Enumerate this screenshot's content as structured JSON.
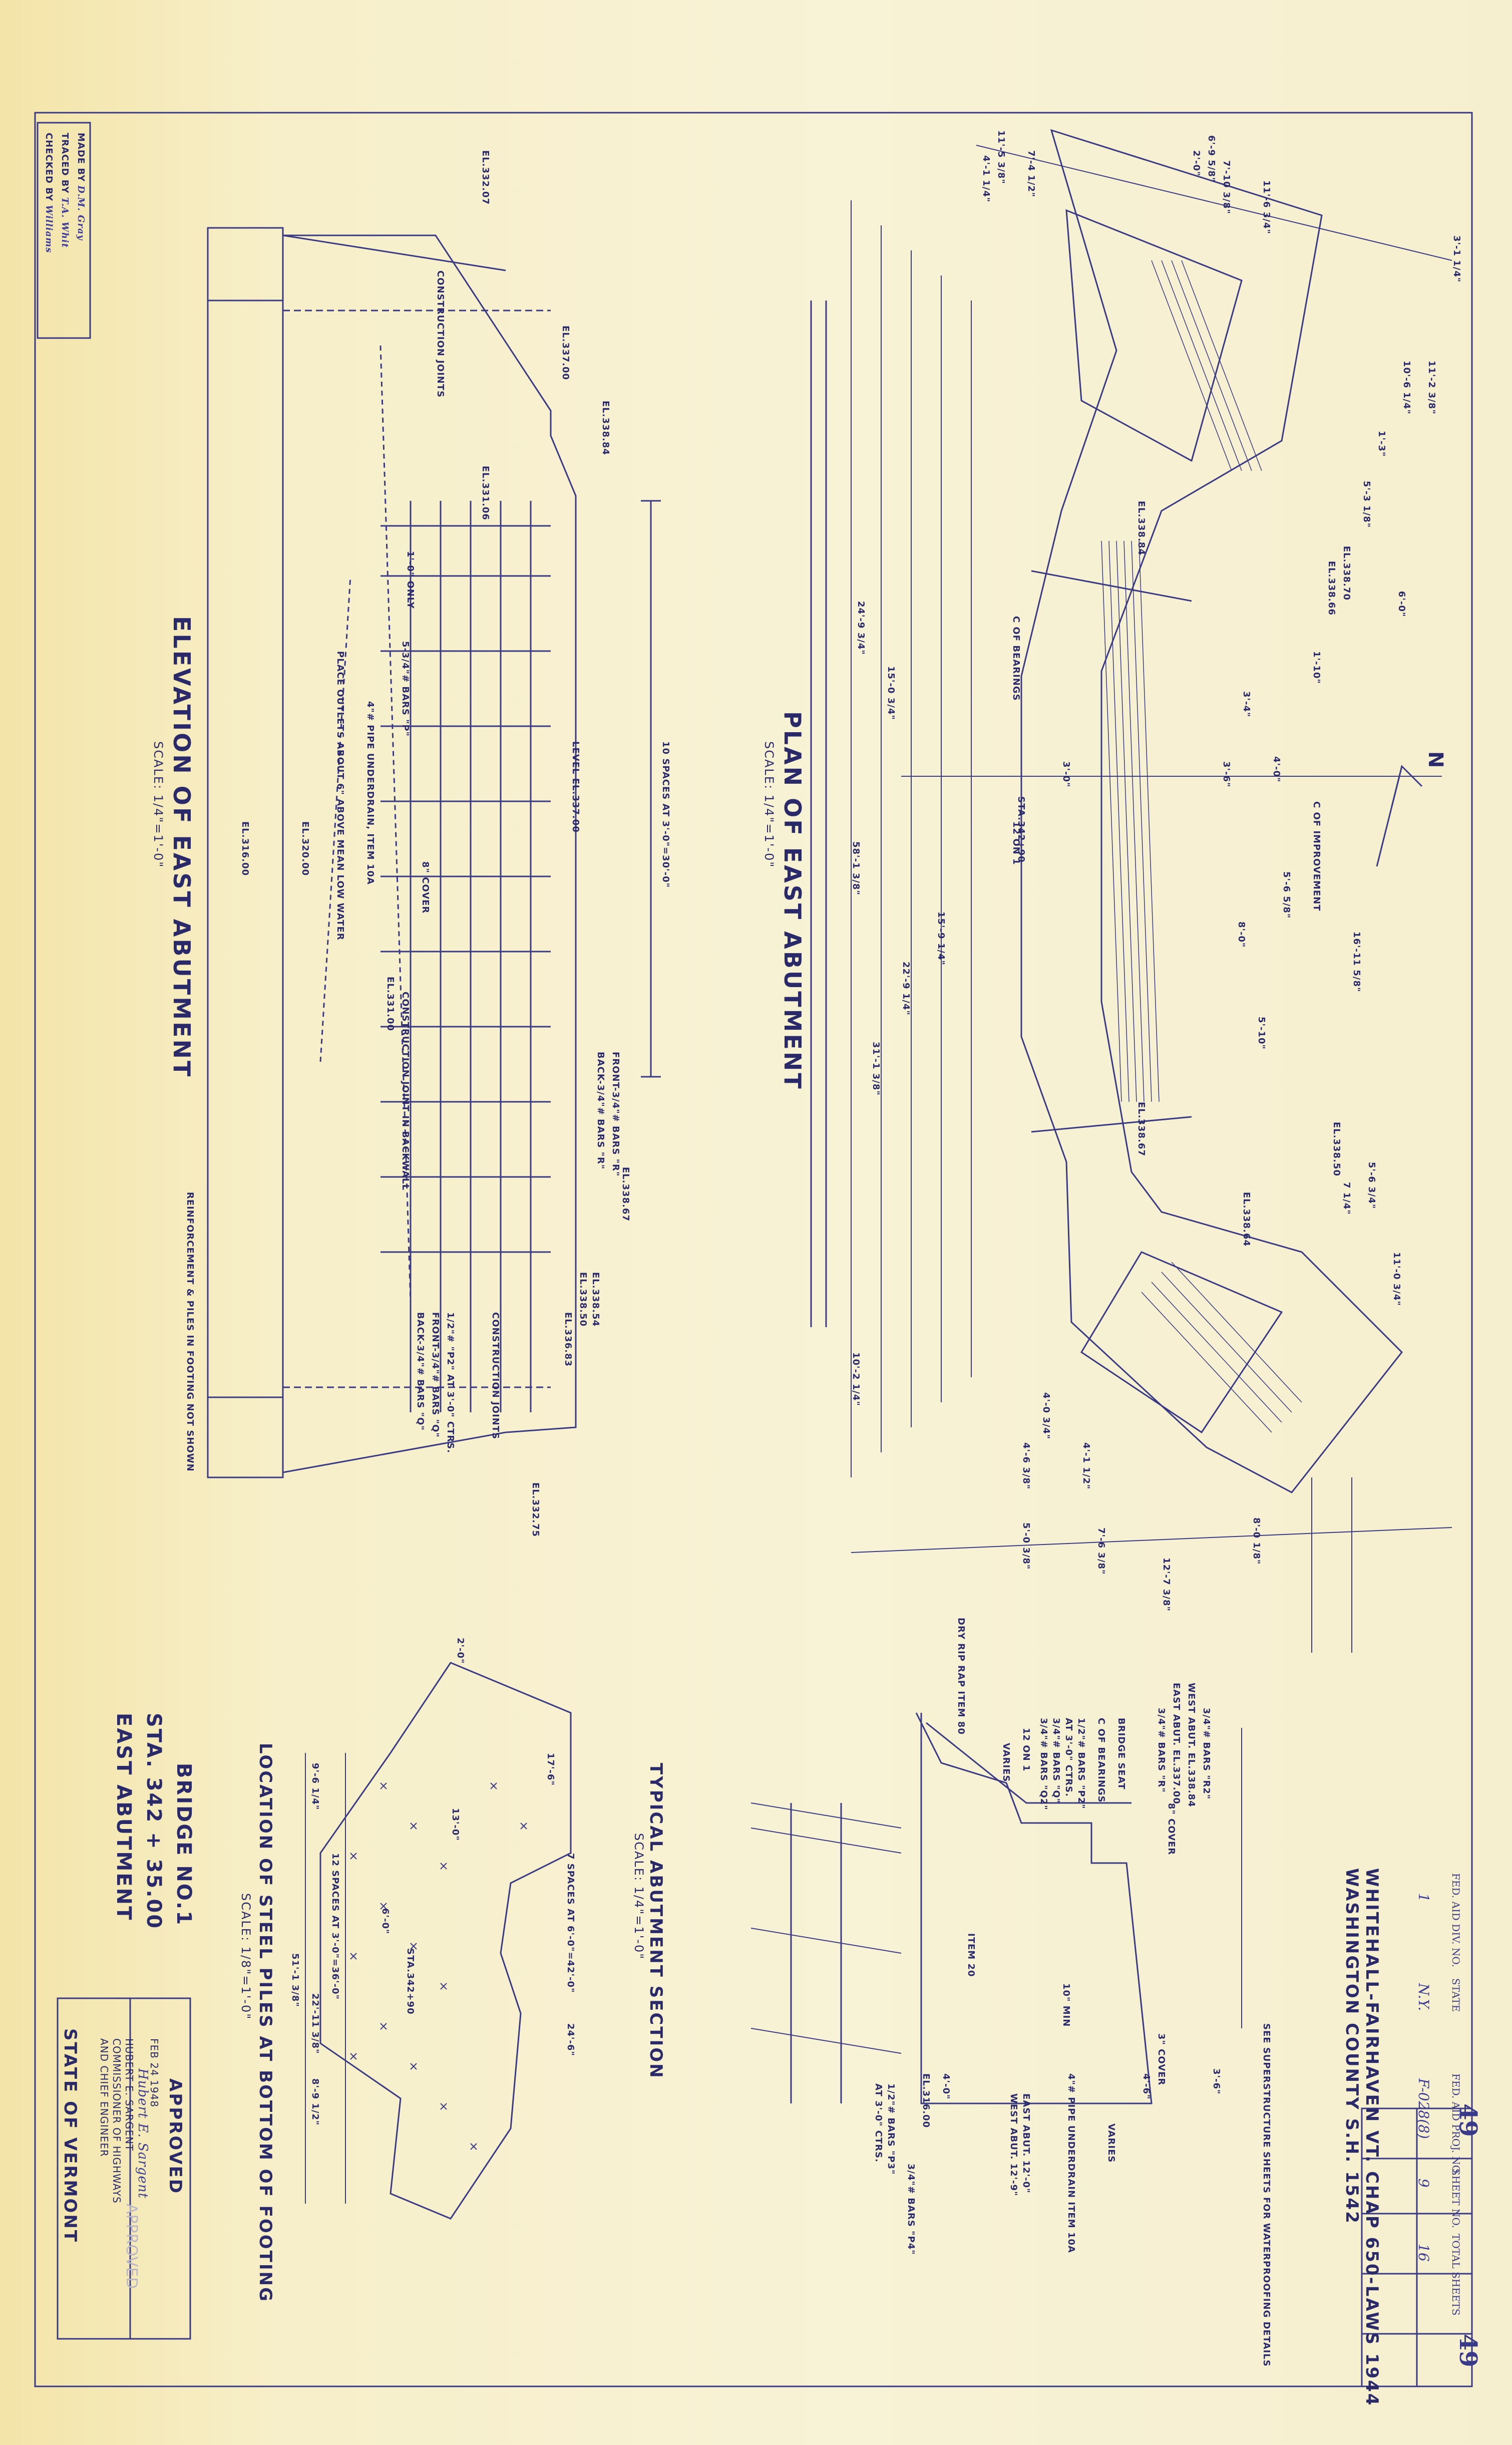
{
  "elevation": {
    "title": "ELEVATION OF EAST ABUTMENT",
    "scale": "SCALE: 1/4\"=1'-0\"",
    "labels": [
      "EL.332.07",
      "EL.337.00",
      "EL.338.84",
      "CONSTRUCTION JOINTS",
      "EL.331.06",
      "1'-0\" ONLY",
      "5-3/4\"# BARS \"P\"",
      "4\"# PIPE UNDERDRAIN, ITEM 10A",
      "PLACE OUTLETS ABOUT 6\" ABOVE MEAN LOW WATER",
      "EL.320.00",
      "EL.316.00",
      "LEVEL EL.337.00",
      "10 SPACES AT 3'-0\"=30'-0\"",
      "8\" COVER",
      "EL.331.00",
      "CONSTRUCTION JOINT IN BACKWALL",
      "FRONT-3/4\"# BARS \"R\"",
      "BACK-3/4\"# BARS \"R\"",
      "EL.338.67",
      "EL.338.54",
      "EL.338.50",
      "EL.336.83",
      "CONSTRUCTION JOINTS",
      "1/2\"# \"P2\" AT 3'-0\" CTRS.",
      "FRONT-3/4\"# BARS \"Q\"",
      "BACK-3/4\"# BARS \"Q\"",
      "EL.332.75",
      "REINFORCEMENT & PILES IN FOOTING NOT SHOWN"
    ]
  },
  "plan": {
    "title": "PLAN OF EAST ABUTMENT",
    "scale": "SCALE: 1/4\"=1'-0\"",
    "labels": [
      "11'-5 3/8\"",
      "7'-4 1/2\"",
      "4'-1 1/4\"",
      "6'-9 5/8\"",
      "2'-0\"",
      "7'-10 3/8\"",
      "11'-6 3/4\"",
      "3'-1 1/4\"",
      "11'-2 3/8\"",
      "10'-6 1/4\"",
      "1'-3\"",
      "5'-3 1/8\"",
      "EL.338.70",
      "EL.338.66",
      "EL.338.84",
      "6'-0\"",
      "1'-10\"",
      "3'-4\"",
      "C OF BEARINGS",
      "STA.342+90",
      "12 ON 1",
      "C OF IMPROVEMENT",
      "5'-6 5/8\"",
      "16'-11 5/8\"",
      "5'-10\"",
      "EL.338.67",
      "EL.338.64",
      "EL.338.50",
      "5'-6 3/4\"",
      "7 1/4\"",
      "11'-0 3/4\"",
      "24'-9 3/4\"",
      "15'-0 3/4\"",
      "58'-1 3/8\"",
      "15'-9 1/4\"",
      "22'-9 1/4\"",
      "31'-1 3/8\"",
      "10'-2 1/4\"",
      "5'-0 3/8\"",
      "7'-6 3/8\"",
      "8'-0 1/8\"",
      "12'-7 3/8\"",
      "4'-0 3/4\"",
      "4'-6 3/8\"",
      "4'-1 1/2\"",
      "3'-0\"",
      "3'-6\"",
      "4'-0\"",
      "8'-0\"",
      "N"
    ]
  },
  "section": {
    "title": "TYPICAL ABUTMENT SECTION",
    "scale": "SCALE: 1/4\"=1'-0\"",
    "labels": [
      "DRY RIP RAP ITEM 80",
      "VARIES",
      "WEST ABUT. EL.338.84",
      "EAST ABUT. EL.337.00",
      "3/4\"# BARS \"R2\"",
      "3/4\"# BARS \"R\"",
      "BRIDGE SEAT",
      "C OF BEARINGS",
      "1/2\"# BARS \"P2\"",
      "AT 3'-0\" CTRS.",
      "3/4\"# BARS \"Q\"",
      "3/4\"# BARS \"Q2\"",
      "12 ON 1",
      "8\" COVER",
      "ITEM 20",
      "10\" MIN",
      "SEE SUPERSTRUCTURE SHEETS FOR WATERPROOFING DETAILS",
      "3\" COVER",
      "4\"# PIPE UNDERDRAIN ITEM 10A",
      "EAST ABUT. 12'-0\"",
      "WEST ABUT. 12'-9\"",
      "VARIES",
      "1/2\"# BARS \"P3\"",
      "AT 3'-0\" CTRS.",
      "EL.316.00",
      "3/4\"# BARS \"P4\"",
      "4'-6\"",
      "4'-0\"",
      "3'-6\""
    ]
  },
  "piles": {
    "title": "LOCATION OF STEEL PILES AT BOTTOM OF FOOTING",
    "scale": "SCALE: 1/8\"=1'-0\"",
    "labels": [
      "7 SPACES AT 6'-0\"=42'-0\"",
      "24'-6\"",
      "13'-0\"",
      "STA.342+90",
      "12 SPACES AT 3'-0\"=36'-0\"",
      "51'-1 3/8\"",
      "22'-11 3/8\"",
      "6'-0\"",
      "9'-6 1/4\"",
      "8'-9 1/2\"",
      "17'-6\"",
      "2'-0\""
    ]
  },
  "bridge": {
    "line1": "BRIDGE NO.1",
    "line2": "STA. 342 + 35.00",
    "line3": "EAST ABUTMENT"
  },
  "approval": {
    "title": "APPROVED",
    "date": "FEB 24 1948",
    "signature_text": "Hubert E. Sargent",
    "name": "HUBERT E. SARGENT",
    "role1": "COMMISSIONER OF HIGHWAYS",
    "role2": "AND CHIEF ENGINEER",
    "state": "STATE OF VERMONT"
  },
  "credits": {
    "made_by_label": "MADE BY",
    "made_by": "D.M. Gray",
    "traced_by_label": "TRACED BY",
    "traced_by": "T.A. Whit",
    "checked_by_label": "CHECKED BY",
    "checked_by": "Williams"
  },
  "title_block": {
    "project_line": "WHITEHALL-FAIRHAVEN VT.  CHAP 650-LAWS 1944",
    "county_line": "WASHINGTON COUNTY                S.H. 1542",
    "col1": "FED. AID DIV. NO.",
    "col2": "STATE",
    "col3": "FED. AID PROJ. NO.",
    "col4": "SHEET NO.",
    "col5": "TOTAL SHEETS",
    "val1": "1",
    "val2": "N.Y.",
    "val3": "F-028(8)",
    "val4": "9",
    "val5": "16",
    "sheet_stamp": "49",
    "sheet_stamp2": "49"
  },
  "stamp_faded": "APPROVED"
}
